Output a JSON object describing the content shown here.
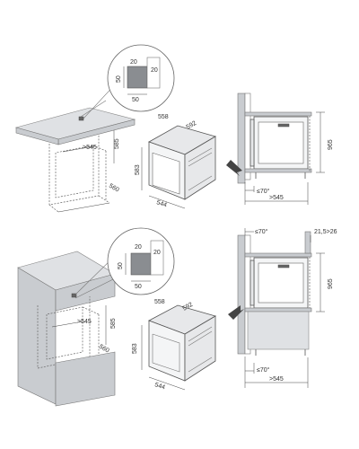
{
  "top": {
    "zoom": {
      "left": "50",
      "top1": "20",
      "top2": "20",
      "bottom": "50"
    },
    "cabinet": {
      "depth": "560",
      "inner_width": ">545",
      "height": "585"
    },
    "oven": {
      "width_top": "592",
      "depth_top": "558",
      "height": "583",
      "front_width": "544"
    },
    "side": {
      "height": "965",
      "gap": "≤70°",
      "depth": ">545"
    }
  },
  "bottom": {
    "zoom": {
      "left": "50",
      "top1": "20",
      "top2": "20",
      "bottom": "50"
    },
    "cabinet": {
      "depth": "560",
      "inner_width": ">545",
      "height": "585"
    },
    "oven": {
      "width_top": "592",
      "depth_top": "558",
      "height": "583",
      "front_width": "544"
    },
    "side": {
      "gap_top": "≤70°",
      "gap_right": "21,5>26",
      "height": "965",
      "gap": "≤70°",
      "depth": ">545"
    }
  },
  "colors": {
    "line": "#555555",
    "wall": "#c9ccd0",
    "arrow": "#444444"
  }
}
